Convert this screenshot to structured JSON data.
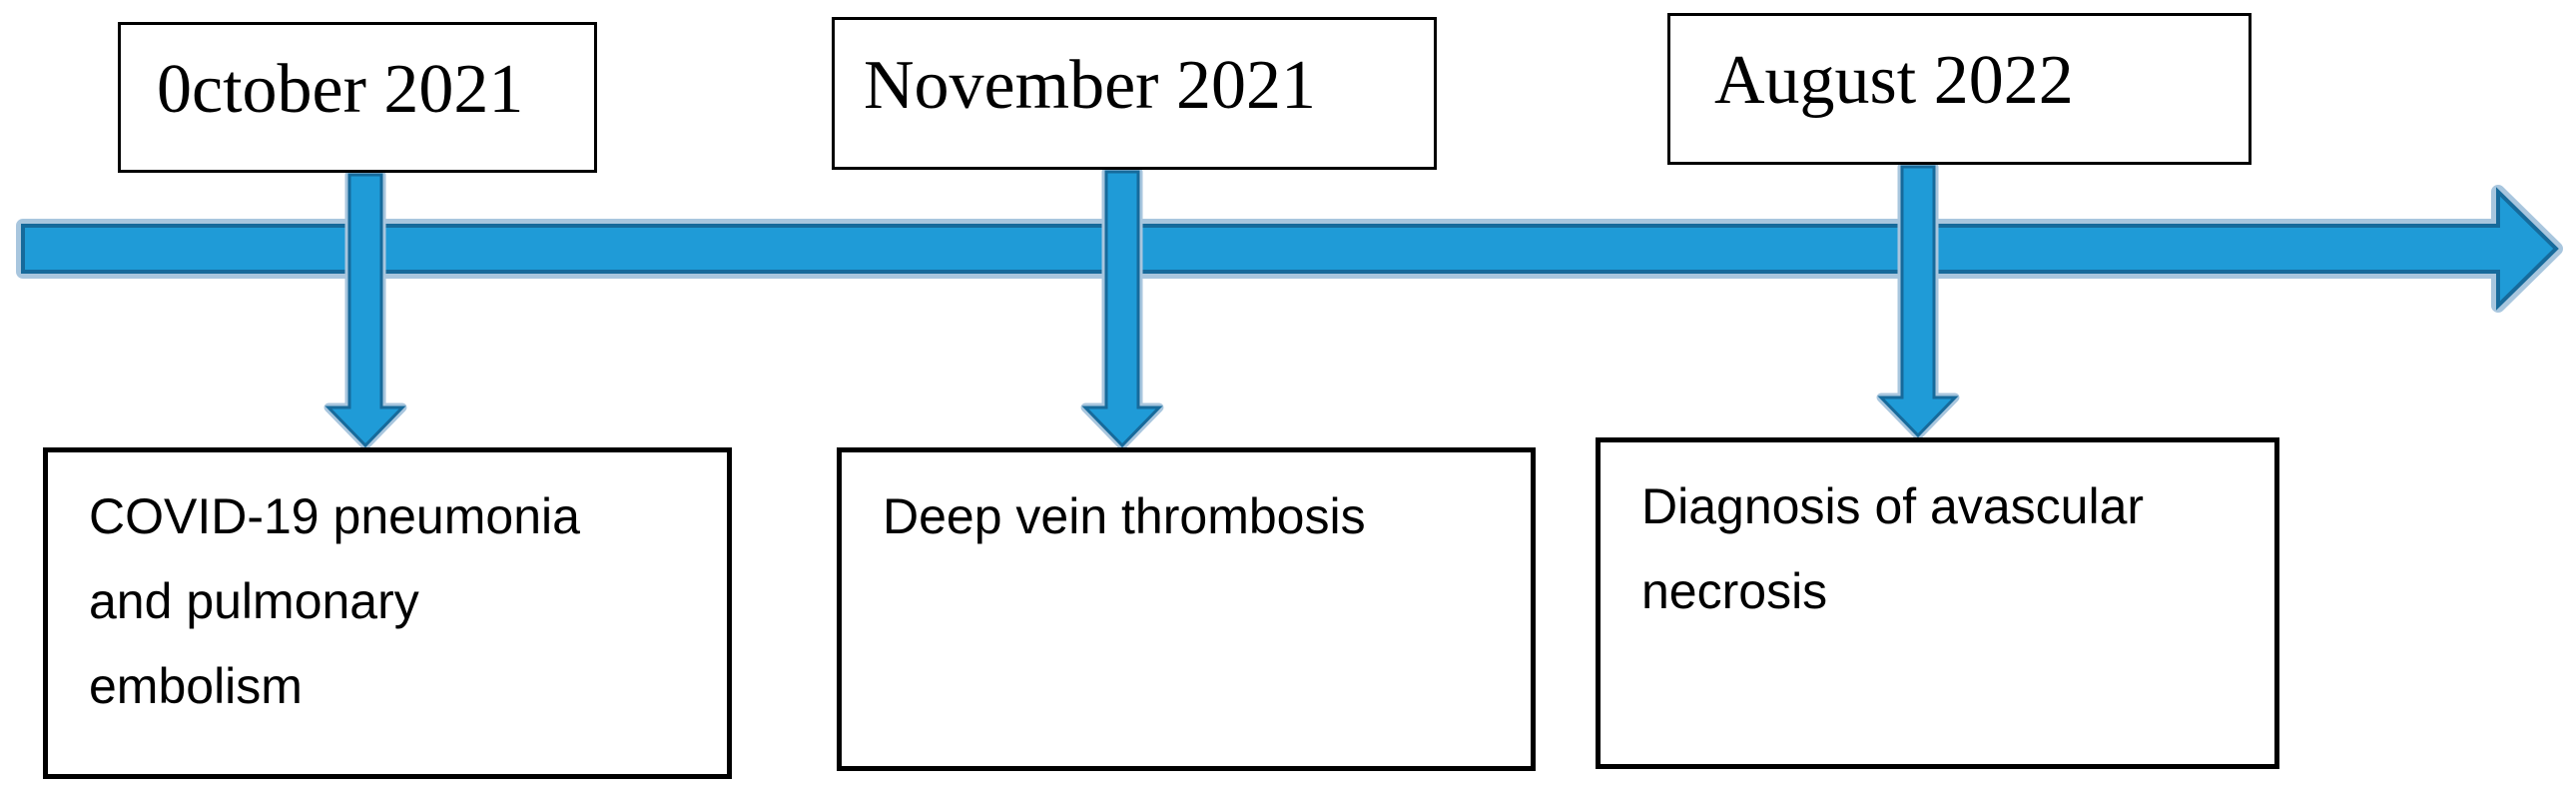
{
  "figure": {
    "type": "timeline",
    "background": "#ffffff",
    "colors": {
      "arrow_fill": "#1f9bd7",
      "arrow_stroke": "#166a9b",
      "arrow_halo": "#a8c6de",
      "box_border": "#000000",
      "text": "#000000"
    },
    "axis": {
      "direction": "right"
    },
    "events": [
      {
        "date": "0ctober 2021",
        "text": "COVID-19 pneumonia and pulmonary embolism",
        "lines": [
          "COVID-19 pneumonia",
          "and pulmonary",
          "embolism"
        ]
      },
      {
        "date": "November 2021",
        "text": "Deep vein thrombosis",
        "lines": [
          "Deep vein thrombosis"
        ]
      },
      {
        "date": "August 2022",
        "text": "Diagnosis of avascular necrosis",
        "lines": [
          "Diagnosis of avascular",
          "necrosis"
        ]
      }
    ]
  }
}
